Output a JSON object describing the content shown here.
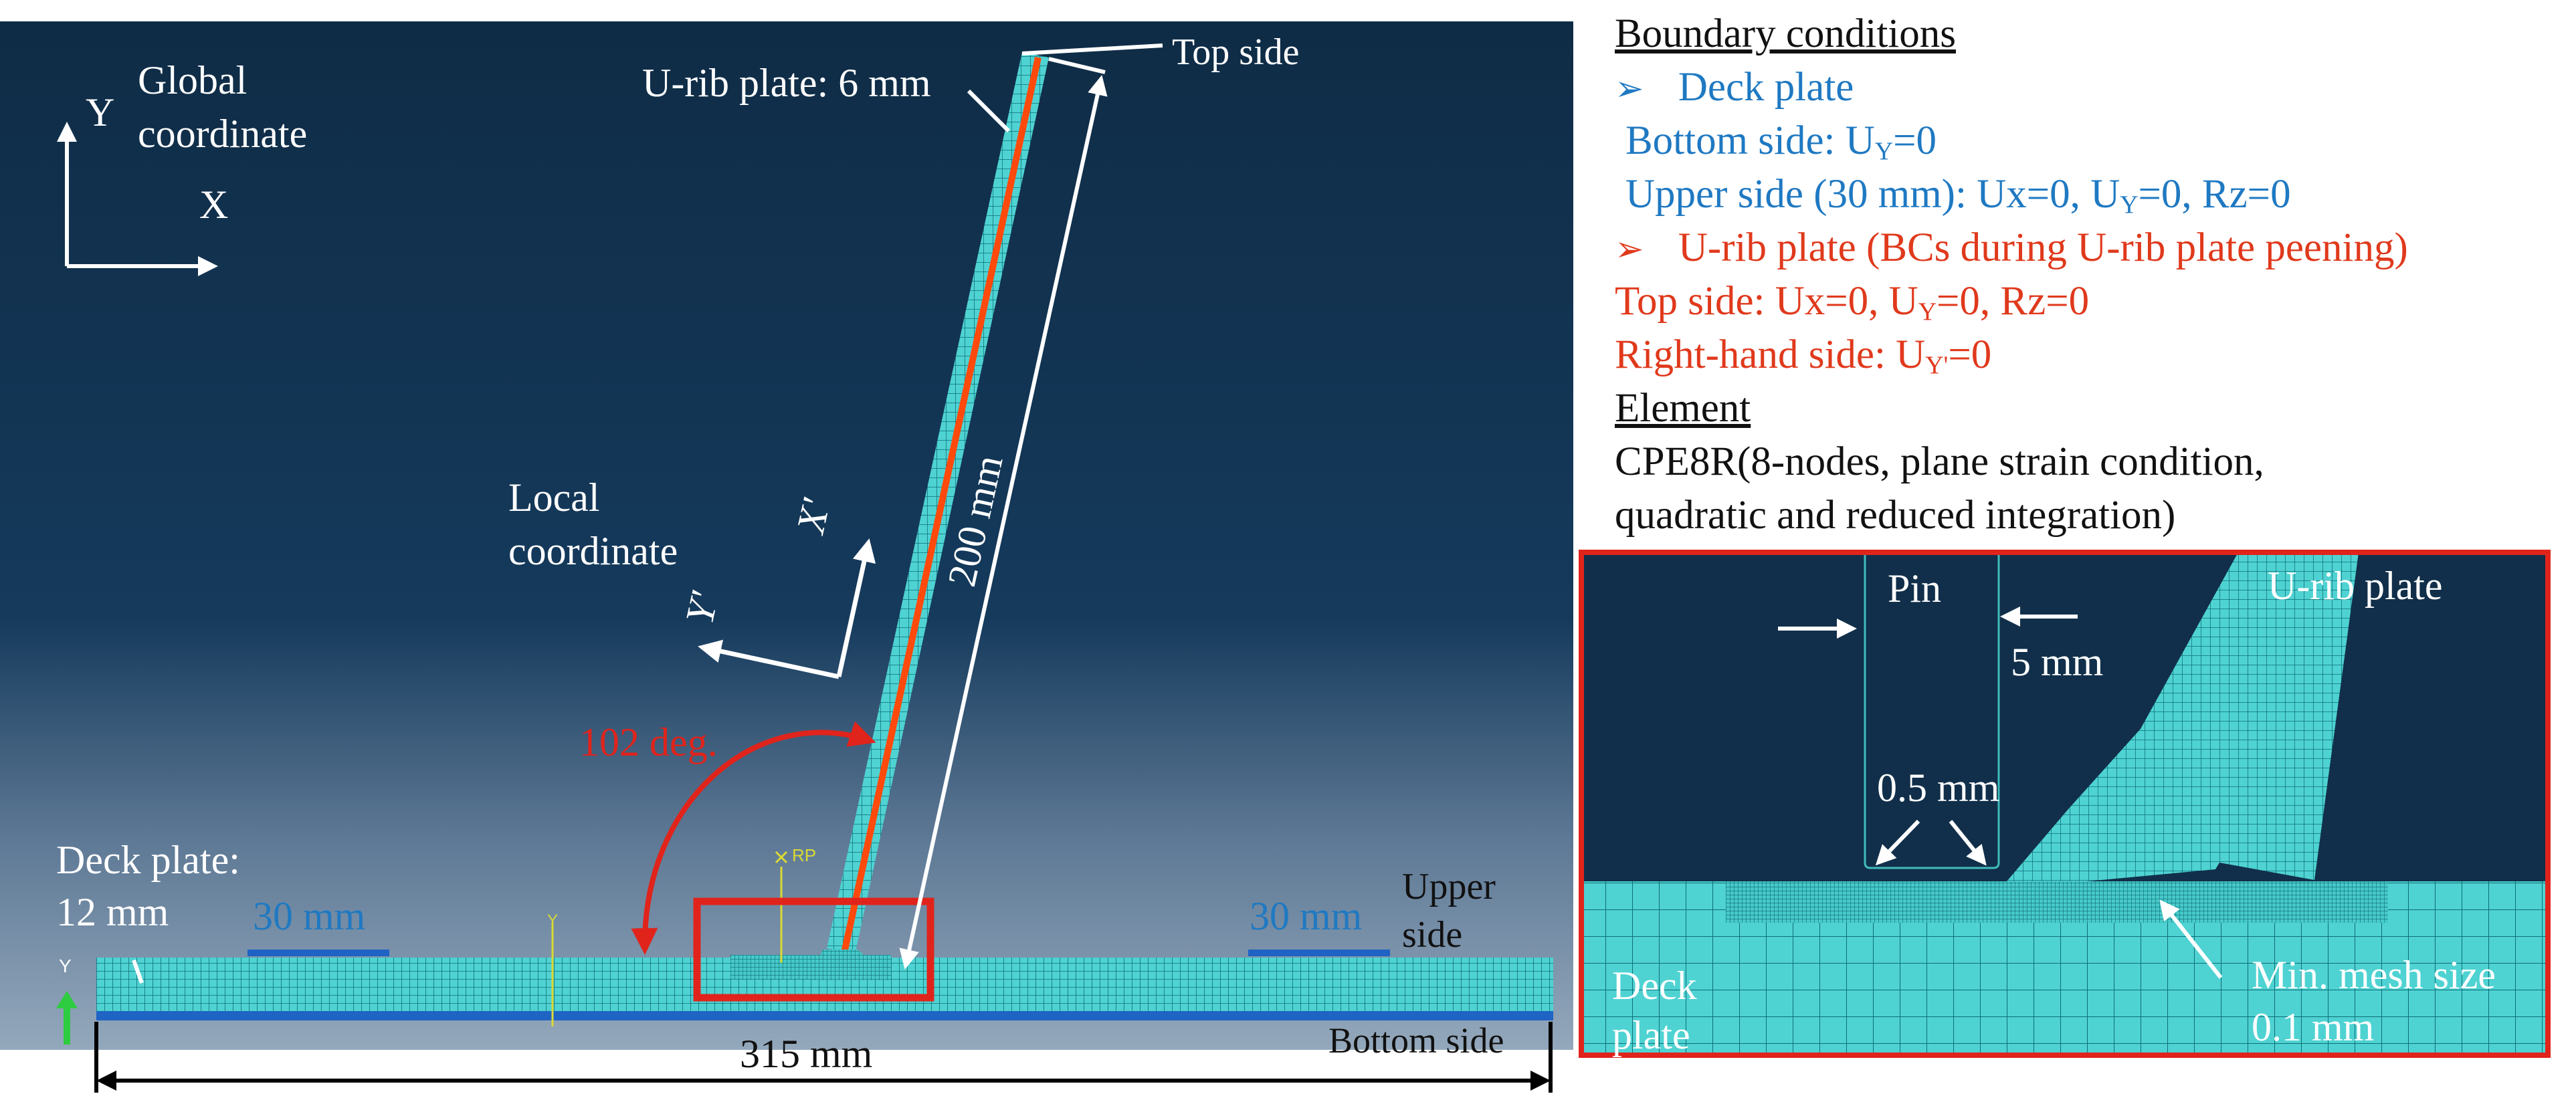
{
  "colors": {
    "background_top": "#0f2c46",
    "background_bottom": "#8ea3b8",
    "mesh_fill": "#4fd2d2",
    "mesh_line": "#0c6f78",
    "highlight_red": "#e0241c",
    "bc_blue": "#1f79c2",
    "bc_red": "#e0391c",
    "annotation_white": "#ffffff",
    "marker_yellow": "#d9d934",
    "support_green": "#2ecc40"
  },
  "icons": {
    "rp_marker": "x-cross",
    "bc_bullet": "arrowhead-bullet",
    "support_arrow": "green-up-arrow"
  },
  "model": {
    "global_y": "Y",
    "global_x": "X",
    "global_label_1": "Global",
    "global_label_2": "coordinate",
    "local_label_1": "Local",
    "local_label_2": "coordinate",
    "local_x": "X'",
    "local_y": "Y'",
    "urib_thickness": "U-rib plate: 6 mm",
    "top_side": "Top side",
    "urib_length": "200 mm",
    "angle": "102 deg.",
    "deck_label_1": "Deck plate:",
    "deck_label_2": "12 mm",
    "upper_left": "30 mm",
    "upper_right": "30 mm",
    "upper_side_1": "Upper",
    "upper_side_2": "side",
    "bottom_side": "Bottom side",
    "deck_length": "315 mm",
    "rp": "RP",
    "small_y": "Y"
  },
  "bc": {
    "heading": "Boundary conditions",
    "bullet": "➢",
    "deck": {
      "title": "Deck plate",
      "bottom_pre": "Bottom side: U",
      "bottom_sub": "Y",
      "bottom_post": "=0",
      "upper_pre": "Upper side (30 mm): Ux=0, U",
      "upper_sub": "Y",
      "upper_post": "=0, Rz=0"
    },
    "urib": {
      "title": "U-rib plate (BCs during U-rib plate peening)",
      "top_pre": "Top side: Ux=0, U",
      "top_sub": "Y",
      "top_post": "=0, Rz=0",
      "right_pre": "Right-hand side: U",
      "right_sub": "Y'",
      "right_post": "=0"
    },
    "element_heading": "Element",
    "element_line_1": "CPE8R(8-nodes, plane strain condition,",
    "element_line_2": "quadratic and reduced integration)"
  },
  "detail": {
    "pin": "Pin",
    "pin_width": "5 mm",
    "tip_radius": "0.5 mm",
    "urib": "U-rib plate",
    "deck_1": "Deck",
    "deck_2": "plate",
    "mesh_1": "Min. mesh size",
    "mesh_2": "0.1 mm"
  }
}
